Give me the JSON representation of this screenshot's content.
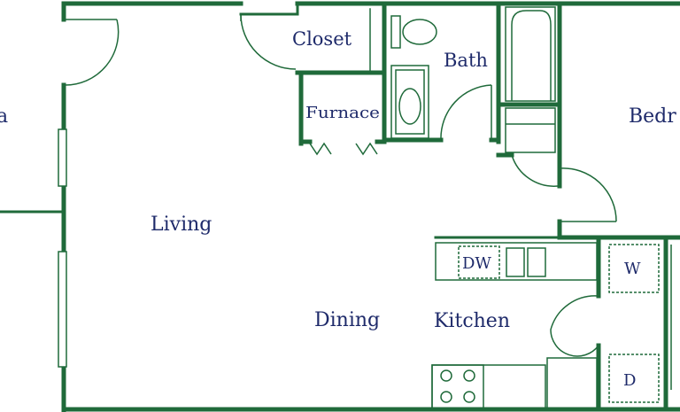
{
  "colors": {
    "wall": "#1f6a3a",
    "label": "#1e2a6a",
    "background": "#ffffff"
  },
  "rooms": {
    "living": "Living",
    "dining": "Dining",
    "kitchen": "Kitchen",
    "bath": "Bath",
    "closet": "Closet",
    "furnace": "Furnace",
    "bedroom": "Bedr",
    "left_room_fragment": "a"
  },
  "appliances": {
    "dishwasher": "DW",
    "washer": "W",
    "dryer": "D"
  }
}
